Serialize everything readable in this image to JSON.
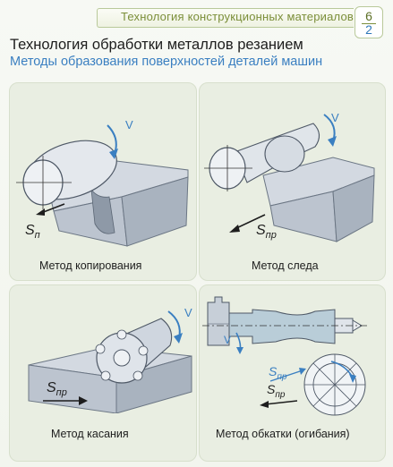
{
  "header": {
    "series_title": "Технология конструкционных материалов",
    "page_number_top": "6",
    "page_number_bottom": "2"
  },
  "title": "Технология обработки металлов резанием",
  "subtitle": "Методы образования поверхностей деталей машин",
  "panels": [
    {
      "caption": "Метод копирования",
      "labels": {
        "speed": "V",
        "feed_main": "S",
        "feed_sub": "п"
      }
    },
    {
      "caption": "Метод следа",
      "labels": {
        "speed": "V",
        "feed_main": "S",
        "feed_sub": "пр"
      }
    },
    {
      "caption": "Метод касания",
      "labels": {
        "speed": "V",
        "feed_main": "S",
        "feed_sub": "пр"
      }
    },
    {
      "caption": "Метод обкатки (огибания)",
      "labels": {
        "speed": "V",
        "feed1_main": "S",
        "feed1_sub": "пр",
        "feed2_main": "S",
        "feed2_sub": "пр"
      }
    }
  ],
  "colors": {
    "accent_green": "#7c8f3a",
    "accent_blue": "#3a7fc1",
    "tool_fill": "#dfe4ea",
    "workpiece_fill": "#cfd6df"
  }
}
